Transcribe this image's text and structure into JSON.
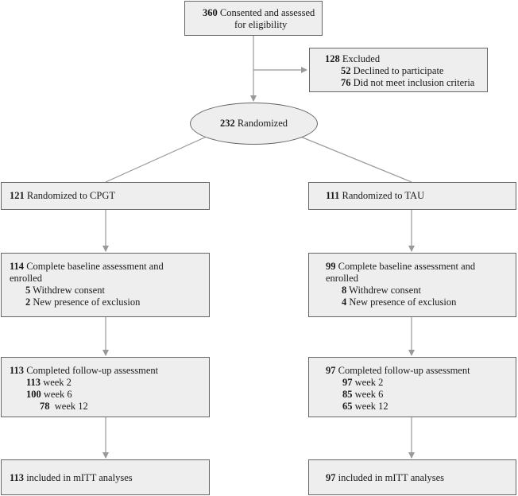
{
  "consented": {
    "count": "360",
    "line1": "Consented and assessed",
    "line2": "for eligibility"
  },
  "excluded": {
    "count": "128",
    "label": "Excluded",
    "items": [
      {
        "count": "52",
        "label": "Declined to participate"
      },
      {
        "count": "76",
        "label": "Did not meet inclusion criteria"
      }
    ]
  },
  "randomized": {
    "count": "232",
    "label": "Randomized"
  },
  "arms": [
    {
      "randomized": {
        "count": "121",
        "label": "Randomized to CPGT"
      },
      "baseline": {
        "count": "114",
        "line1": "Complete baseline assessment and",
        "line2": "enrolled",
        "items": [
          {
            "count": "5",
            "label": "Withdrew consent"
          },
          {
            "count": "2",
            "label": "New presence of exclusion"
          }
        ]
      },
      "followup": {
        "count": "113",
        "label": "Completed follow-up assessment",
        "items": [
          {
            "count": "113",
            "label": "week 2"
          },
          {
            "count": "100",
            "label": "week 6"
          },
          {
            "count": "78",
            "label": " week 12"
          }
        ]
      },
      "analysis": {
        "count": "113",
        "label": "included in mITT analyses"
      }
    },
    {
      "randomized": {
        "count": "111",
        "label": "Randomized to TAU"
      },
      "baseline": {
        "count": "99",
        "line1": "Complete baseline assessment and",
        "line2": "enrolled",
        "items": [
          {
            "count": "8",
            "label": "Withdrew consent"
          },
          {
            "count": "4",
            "label": "New presence of exclusion"
          }
        ]
      },
      "followup": {
        "count": "97",
        "label": "Completed follow-up assessment",
        "items": [
          {
            "count": "97",
            "label": "week 2"
          },
          {
            "count": "85",
            "label": "week 6"
          },
          {
            "count": "65",
            "label": "week 12"
          }
        ]
      },
      "analysis": {
        "count": "97",
        "label": "included in mITT analyses"
      }
    }
  ]
}
